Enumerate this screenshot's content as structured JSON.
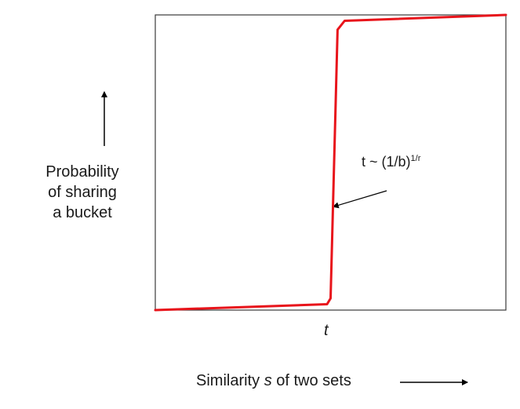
{
  "chart_data": {
    "type": "line",
    "title": "",
    "xlabel": {
      "prefix": "Similarity",
      "variable": "s",
      "suffix": "of two sets"
    },
    "ylabel": [
      "Probability",
      "of sharing",
      "a bucket"
    ],
    "xlim": [
      0,
      1
    ],
    "ylim": [
      0,
      1
    ],
    "x_tick_label": "t",
    "threshold_x": 0.5,
    "grid": false,
    "legend": "none",
    "series": [
      {
        "color": "#e8141b",
        "points": [
          [
            0.0,
            0.0
          ],
          [
            0.49,
            0.02
          ],
          [
            0.5,
            0.04
          ],
          [
            0.52,
            0.95
          ],
          [
            0.54,
            0.98
          ],
          [
            1.0,
            1.0
          ]
        ]
      }
    ],
    "annotation": {
      "text": "t ~ (1/b)",
      "superscript": "1/r",
      "target": [
        0.505,
        0.35
      ]
    }
  }
}
